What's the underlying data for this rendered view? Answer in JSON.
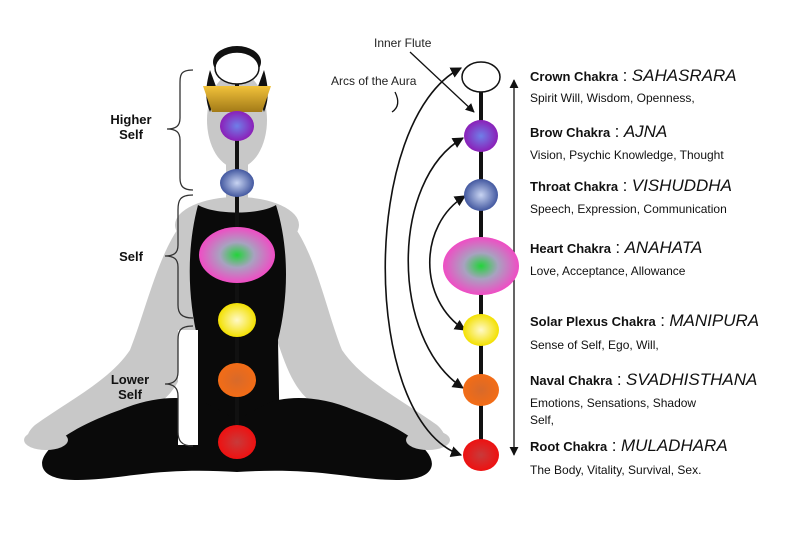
{
  "side_labels": {
    "higher": [
      "Higher",
      "Self"
    ],
    "self": "Self",
    "lower": [
      "Lower",
      "Self"
    ]
  },
  "annotations": {
    "inner_flute": "Inner Flute",
    "arcs": "Arcs of the Aura"
  },
  "separator": ":",
  "chakras": [
    {
      "name": "Crown Chakra",
      "sanskrit": "SAHASRARA",
      "desc": [
        "Spirit Will, Wisdom, Openness,"
      ],
      "color": "#ffffff"
    },
    {
      "name": "Brow Chakra",
      "sanskrit": "AJNA",
      "desc": [
        "Vision, Psychic Knowledge, Thought"
      ],
      "color": "#8a2be2"
    },
    {
      "name": "Throat Chakra",
      "sanskrit": "VISHUDDHA",
      "desc": [
        "Speech, Expression, Communication"
      ],
      "color": "#5a6fb0"
    },
    {
      "name": "Heart Chakra",
      "sanskrit": "ANAHATA",
      "desc": [
        "Love, Acceptance, Allowance"
      ],
      "color": "#e85cc0"
    },
    {
      "name": "Solar Plexus Chakra",
      "sanskrit": "MANIPURA",
      "desc": [
        "Sense of Self, Ego, Will,"
      ],
      "color": "#f5e400"
    },
    {
      "name": "Naval Chakra",
      "sanskrit": "SVADHISTHANA",
      "desc": [
        "Emotions, Sensations, Shadow",
        "Self,"
      ],
      "color": "#f26a1b"
    },
    {
      "name": "Root Chakra",
      "sanskrit": "MULADHARA",
      "desc": [
        "The Body, Vitality, Survival, Sex."
      ],
      "color": "#e01010"
    }
  ]
}
